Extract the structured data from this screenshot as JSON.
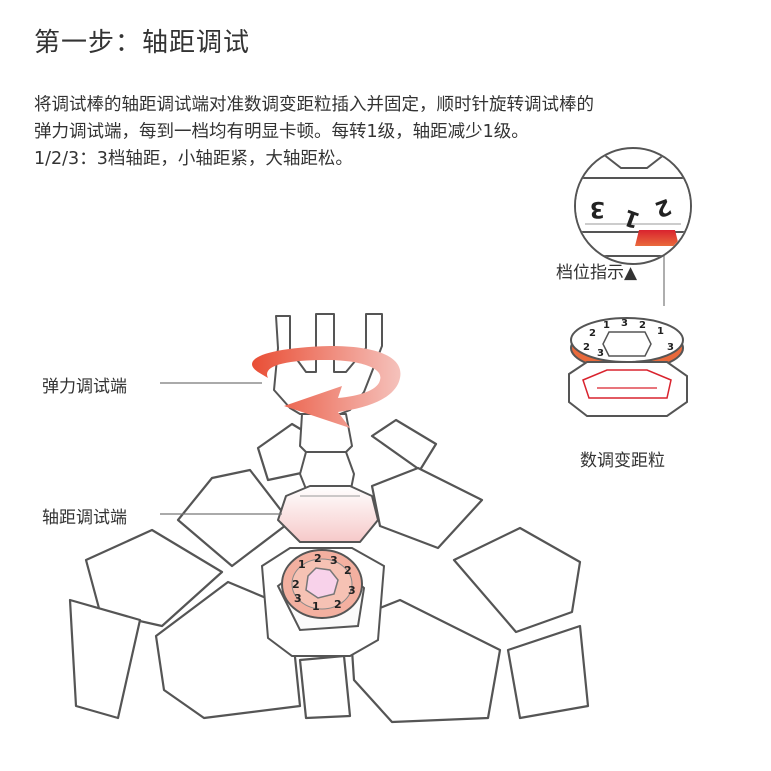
{
  "title": "第一步：轴距调试",
  "description": [
    "将调试棒的轴距调试端对准数调变距粒插入并固定，顺时针旋转调试棒的",
    "弹力调试端，每到一档均有明显卡顿。每转1级，轴距减少1级。",
    "1/2/3：3档轴距，小轴距紧，大轴距松。"
  ],
  "labels": {
    "elastic_end": "弹力调试端",
    "axis_end": "轴距调试端",
    "indicator": "档位指示▲",
    "piece": "数调变距粒"
  },
  "dial_numbers": [
    "1",
    "2",
    "3"
  ],
  "colors": {
    "outline": "#555555",
    "arrow_start": "#e94e35",
    "arrow_end": "#f0a39a",
    "dial_orange": "#e96a3c",
    "dial_pink": "#f3b0a0",
    "red_accent": "#d9232e"
  }
}
